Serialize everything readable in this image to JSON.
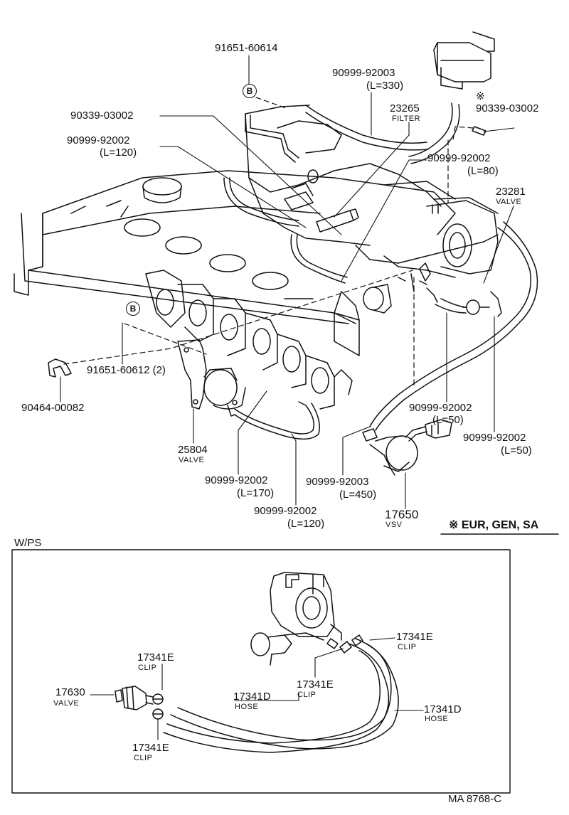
{
  "colors": {
    "ink": "#111111",
    "paper": "#ffffff"
  },
  "callouts": {
    "b_top_circle": "B",
    "b_left_circle": "B",
    "p_91651_60614": "91651-60614",
    "p_90999_92003_top": "90999-92003",
    "p_90999_92003_top_len": "(L=330)",
    "p_90339_03002_left": "90339-03002",
    "p_23265": "23265",
    "p_23265_name": "FILTER",
    "p_star_mark": "※",
    "p_90339_03002_right": "90339-03002",
    "p_90999_92002_120": "90999-92002",
    "p_90999_92002_120_len": "(L=120)",
    "p_90999_92002_80": "90999-92002",
    "p_90999_92002_80_len": "(L=80)",
    "p_23281": "23281",
    "p_23281_name": "VALVE",
    "p_91651_60612": "91651-60612 (2)",
    "p_90464_00082": "90464-00082",
    "p_25804": "25804",
    "p_25804_name": "VALVE",
    "p_90999_92002_50a": "90999-92002",
    "p_90999_92002_50a_len": "(L=50)",
    "p_90999_92002_50b": "90999-92002",
    "p_90999_92002_50b_len": "(L=50)",
    "p_90999_92002_170": "90999-92002",
    "p_90999_92002_170_len": "(L=170)",
    "p_90999_92003_450": "90999-92003",
    "p_90999_92003_450_len": "(L=450)",
    "p_90999_92002_120b": "90999-92002",
    "p_90999_92002_120b_len": "(L=120)",
    "p_17650": "17650",
    "p_17650_name": "VSV"
  },
  "legend_note": "※ EUR, GEN, SA",
  "inset": {
    "title": "W/PS",
    "clip_top_right": "17341E",
    "clip_top_right_name": "CLIP",
    "clip_top_left": "17341E",
    "clip_top_left_name": "CLIP",
    "clip_mid": "17341E",
    "clip_mid_name": "CLIP",
    "clip_bottom": "17341E",
    "clip_bottom_name": "CLIP",
    "valve": "17630",
    "valve_name": "VALVE",
    "hose_left": "17341D",
    "hose_left_name": "HOSE",
    "hose_right": "17341D",
    "hose_right_name": "HOSE"
  },
  "drawing_code": "MA 8768-C"
}
